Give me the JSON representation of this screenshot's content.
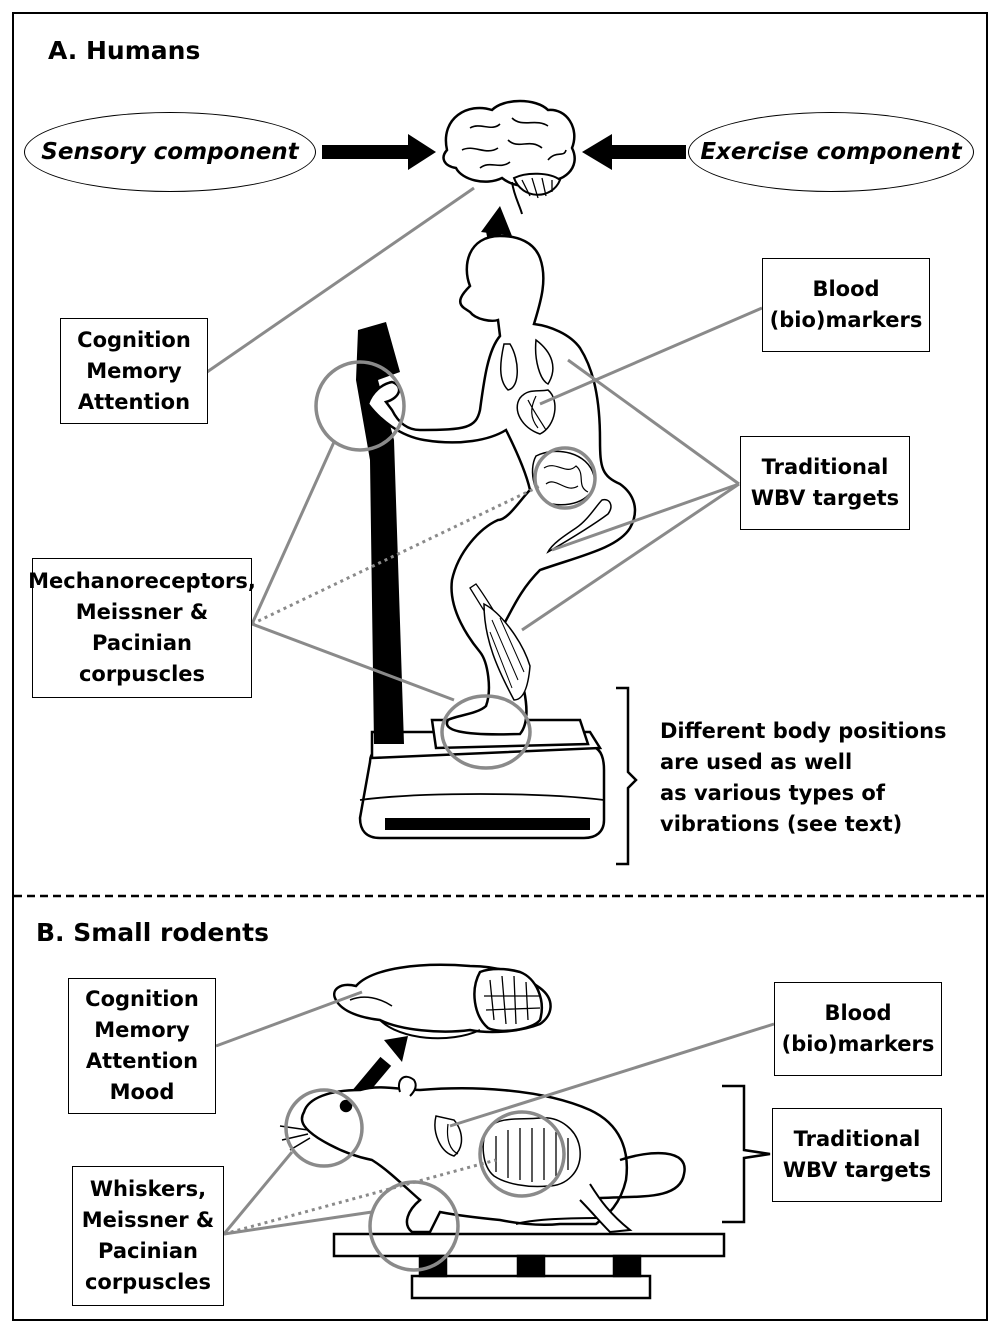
{
  "panel_a": {
    "heading": "A. Humans",
    "sensory": "Sensory component",
    "exercise": "Exercise component",
    "cognition": "Cognition\nMemory\nAttention",
    "blood": "Blood\n(bio)markers",
    "targets": "Traditional\nWBV targets",
    "mechano": "Mechanoreceptors,\nMeissner &\nPacinian\ncorpuscles",
    "positions": "Different body positions\nare used as well\nas various types of\nvibrations (see text)"
  },
  "panel_b": {
    "heading": "B. Small rodents",
    "cognition": "Cognition\nMemory\nAttention\nMood",
    "blood": "Blood\n(bio)markers",
    "targets": "Traditional\nWBV targets",
    "whiskers": "Whiskers,\nMeissner &\nPacinian\ncorpuscles"
  },
  "colors": {
    "connector": "#8a8a8a",
    "ink": "#000000"
  }
}
